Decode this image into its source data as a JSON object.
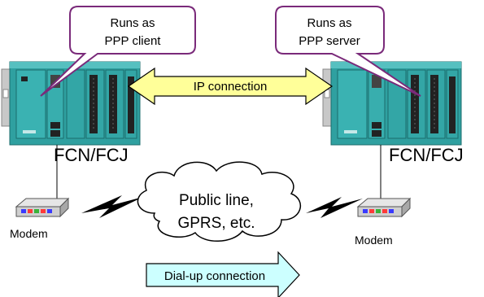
{
  "callouts": {
    "left_line1": "Runs as",
    "left_line2": "PPP client",
    "right_line1": "Runs as",
    "right_line2": "PPP server"
  },
  "links": {
    "ip": "IP connection",
    "dialup": "Dial-up connection"
  },
  "devices": {
    "left_label": "FCN/FCJ",
    "right_label": "FCN/FCJ",
    "left_modem": "Modem",
    "right_modem": "Modem"
  },
  "cloud": {
    "line1": "Public line,",
    "line2": "GPRS, etc."
  },
  "colors": {
    "callout_border": "#7a2a7a",
    "ip_arrow_fill": "#ffff99",
    "dialup_arrow_fill": "#ccffff",
    "controller_body": "#2fa0a0"
  }
}
